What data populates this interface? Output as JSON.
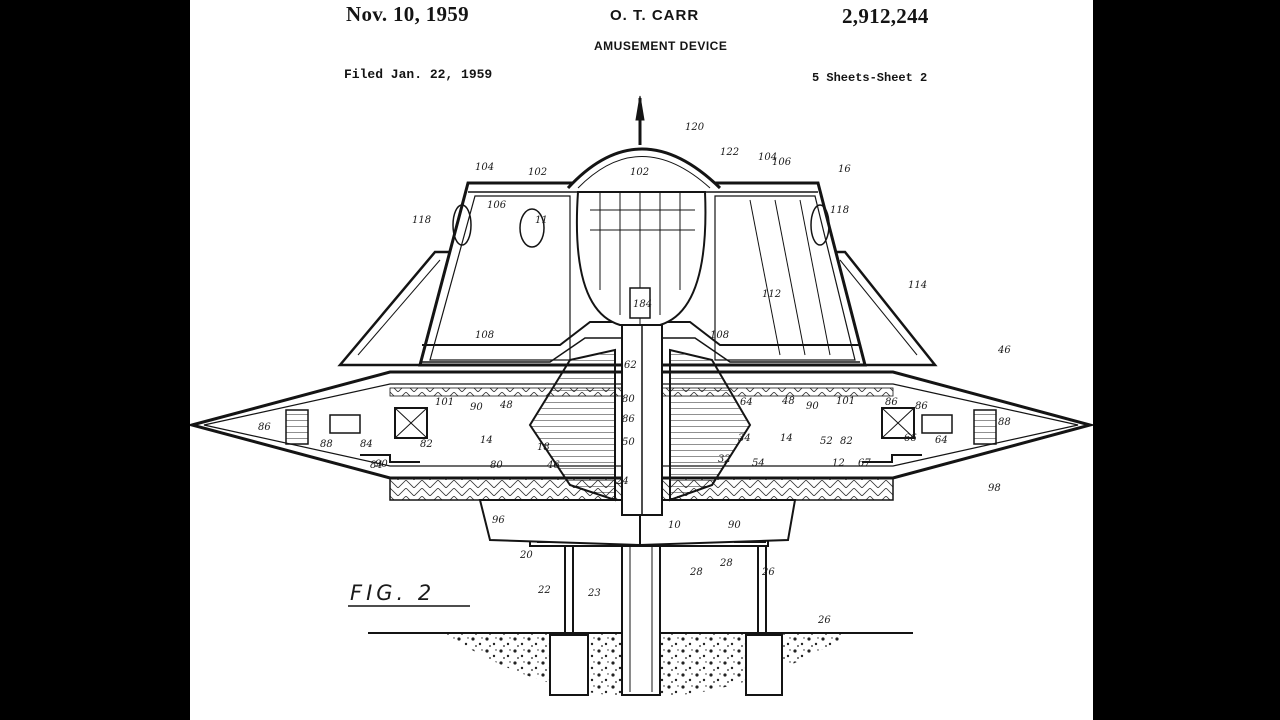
{
  "header": {
    "date": "Nov. 10, 1959",
    "inventor": "O. T. CARR",
    "patent_number": "2,912,244",
    "title": "AMUSEMENT DEVICE",
    "filed": "Filed Jan. 22, 1959",
    "sheets": "5 Sheets-Sheet 2"
  },
  "figure": {
    "label": "FIG. 2"
  },
  "callouts": [
    "120",
    "104",
    "102",
    "122",
    "104",
    "106",
    "16",
    "118",
    "118",
    "106",
    "102",
    "11",
    "114",
    "112",
    "108",
    "108",
    "184",
    "46",
    "101",
    "90",
    "48",
    "62",
    "64",
    "48",
    "90",
    "101",
    "86",
    "86",
    "88",
    "88",
    "84",
    "82",
    "14",
    "80",
    "34",
    "14",
    "52",
    "82",
    "84",
    "64",
    "18",
    "86",
    "86",
    "90",
    "66",
    "80",
    "46",
    "50",
    "32",
    "54",
    "12",
    "67",
    "98",
    "24",
    "96",
    "10",
    "90",
    "20",
    "28",
    "28",
    "22",
    "23",
    "26",
    "26"
  ],
  "colors": {
    "backdrop": "#000000",
    "paper": "#ffffff",
    "ink": "#141414"
  }
}
